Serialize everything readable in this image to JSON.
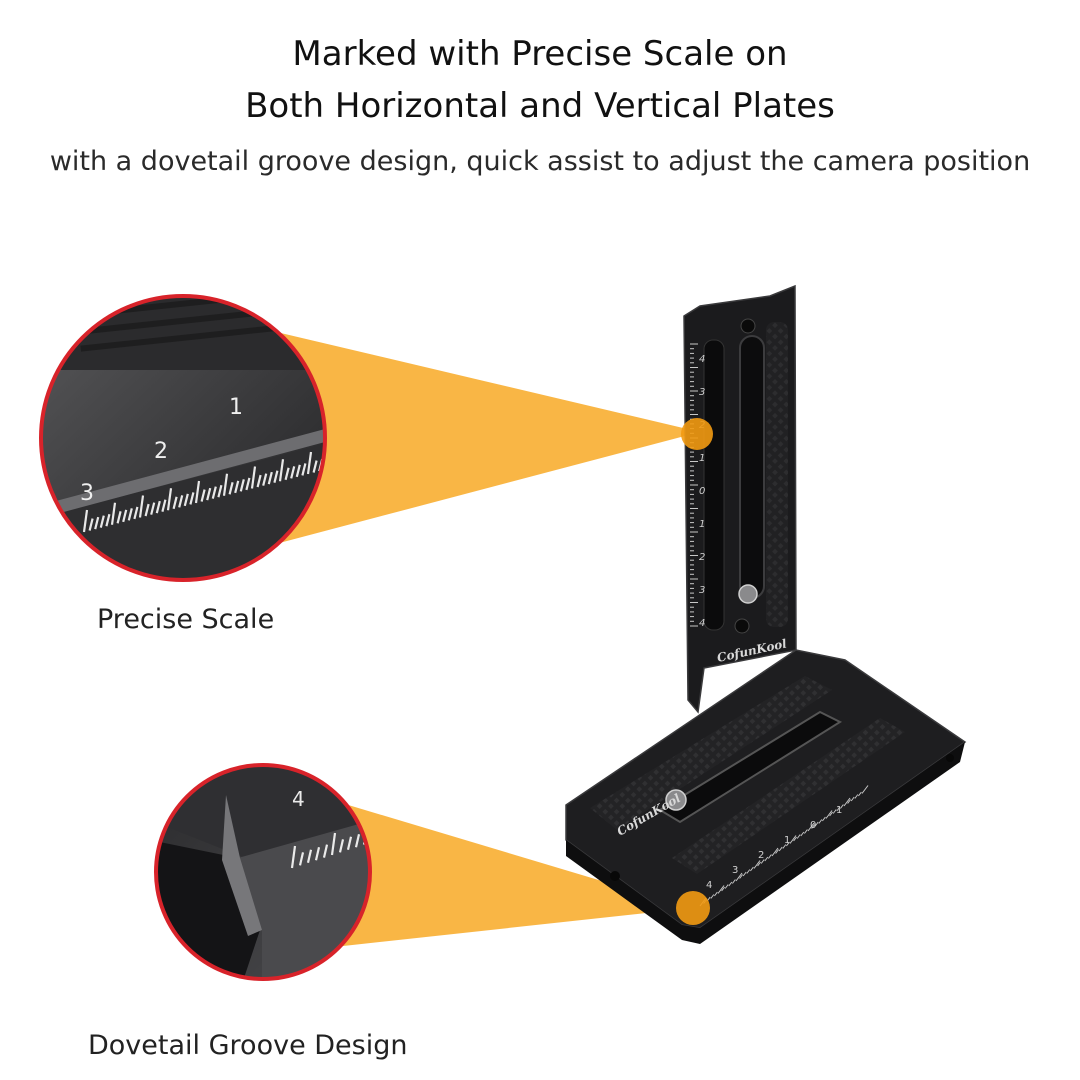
{
  "headline": {
    "line1": "Marked with Precise Scale on",
    "line2": "Both Horizontal and Vertical Plates"
  },
  "subheadline": "with a dovetail groove design, quick assist to adjust the camera position",
  "callouts": [
    {
      "label": "Precise Scale",
      "scale_numbers": [
        "3",
        "2",
        "1"
      ]
    },
    {
      "label": "Dovetail Groove Design",
      "scale_numbers": [
        "4"
      ]
    }
  ],
  "product": {
    "brand": "CofunKool",
    "vertical_scale": [
      "4",
      "3",
      "2",
      "1",
      "0",
      "1",
      "2",
      "3",
      "4"
    ],
    "horizontal_scale": [
      "4",
      "3",
      "2",
      "1",
      "0",
      "1"
    ]
  },
  "colors": {
    "highlight": "#f9b23b",
    "highlight_dot": "#f29a12",
    "ring": "#d8232a",
    "metal": "#1b1b1d"
  }
}
